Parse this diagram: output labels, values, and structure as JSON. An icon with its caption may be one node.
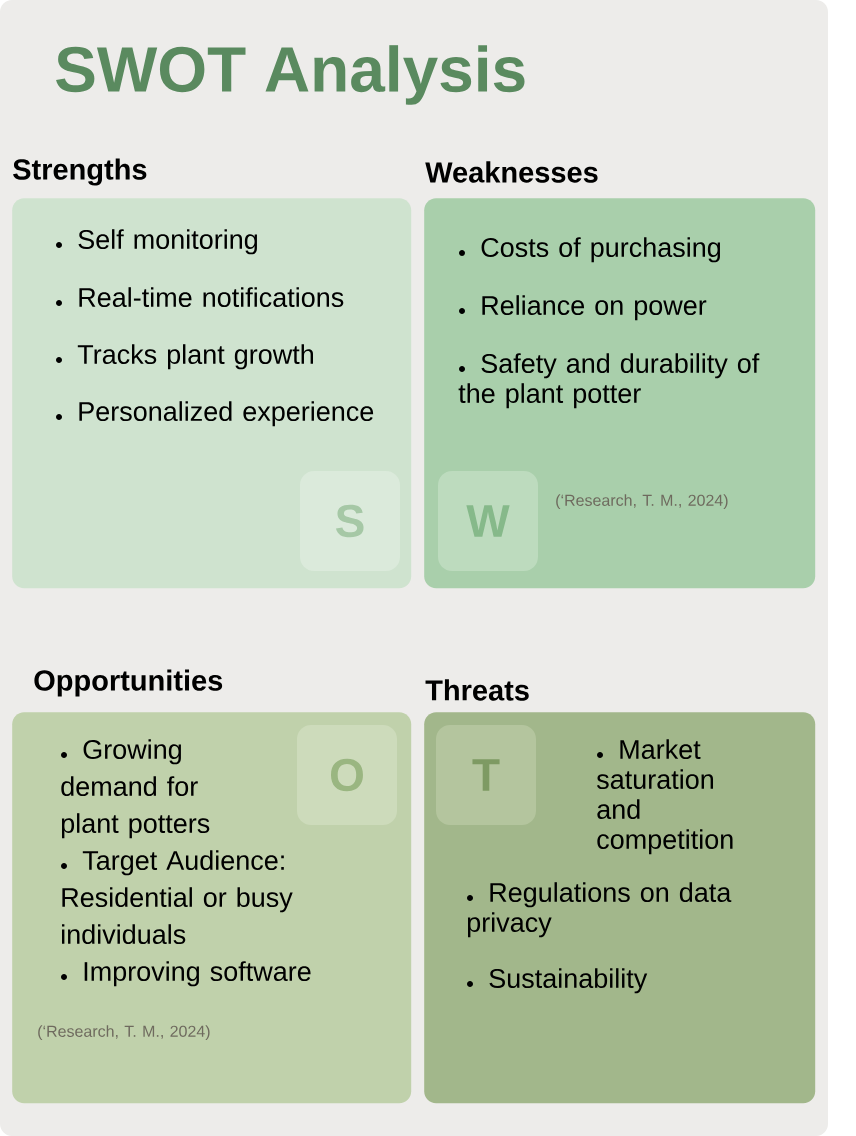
{
  "diagram": {
    "title": "SWOT Analysis",
    "nodes": [
      {
        "text": [
          "Strengths",
          "Self monitoring",
          "Real-time notifications",
          "Tracks plant growth",
          "Personalized experience"
        ]
      },
      {
        "text": [
          "Weaknesses",
          "Costs of purchasing",
          "Reliance on power",
          "Safety and durability of the plant potter",
          "(‘Research, T. M., 2024)"
        ]
      },
      {
        "text": [
          "Opportunities",
          "Growing demand for plant potters",
          "Target Audience: Residential or busy individuals",
          "Improving software",
          "(‘Research, T. M., 2024)"
        ]
      },
      {
        "text": [
          "Threats",
          "Market saturation and competition",
          "Regulations on data privacy",
          "Sustainability"
        ]
      },
      {
        "text": [
          "S"
        ],
        "in": 0
      },
      {
        "text": [
          "W"
        ],
        "in": 1
      },
      {
        "text": [
          "O"
        ],
        "in": 2
      },
      {
        "text": [
          "T"
        ],
        "in": 3
      }
    ]
  }
}
